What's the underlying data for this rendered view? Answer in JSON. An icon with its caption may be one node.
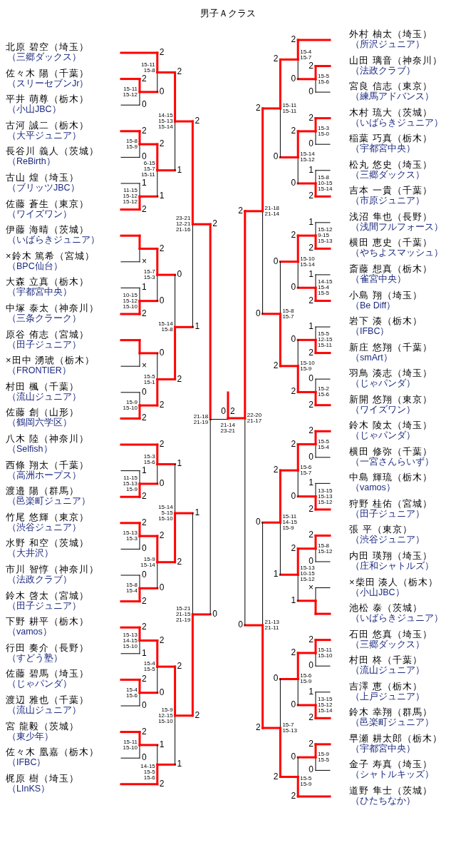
{
  "diagram": {
    "title": "男子Ａクラス",
    "nodes": [
      {
        "text": [
          "北原 碧空（埼玉）",
          "（三郷ダックス）"
        ]
      },
      {
        "text": [
          "佐々木 陽（千葉）",
          "（スリーセブンJr）"
        ]
      },
      {
        "text": [
          "平井 萌尊（栃木）",
          "（小山JBC）"
        ]
      },
      {
        "text": [
          "古河 誠二（栃木）",
          "（大平ジュニア）"
        ]
      },
      {
        "text": [
          "長谷川 義人（茨城）",
          "（ReBirth）"
        ]
      },
      {
        "text": [
          "古山 煌（埼玉）",
          "（ブリッツJBC）"
        ]
      },
      {
        "text": [
          "佐藤 蒼生（東京）",
          "（ワイズワン）"
        ]
      },
      {
        "text": [
          "伊藤 海晴（茨城）",
          "（いばらきジュニア）"
        ]
      },
      {
        "text": [
          "×鈴木 篤希（宮城）",
          "（BPC仙台）"
        ]
      },
      {
        "text": [
          "大森 立真（栃木）",
          "（宇都宮中央）"
        ]
      },
      {
        "text": [
          "中塚 泰太（神奈川）",
          "（三条クラーク）"
        ]
      },
      {
        "text": [
          "原谷 侑志（宮城）",
          "（田子ジュニア）"
        ]
      },
      {
        "text": [
          "×田中 湧琥（栃木）",
          "（FRONTIER）"
        ]
      },
      {
        "text": [
          "村田 楓（千葉）",
          "（流山ジュニア）"
        ]
      },
      {
        "text": [
          "佐藤 創（山形）",
          "（鶴岡六学区）"
        ]
      },
      {
        "text": [
          "八木 陸（神奈川）",
          "（Selfish）"
        ]
      },
      {
        "text": [
          "西條 翔太（千葉）",
          "（高洲ホープス）"
        ]
      },
      {
        "text": [
          "渡邉 陽（群馬）",
          "（邑楽町ジュニア）"
        ]
      },
      {
        "text": [
          "竹尾 悠輝（東京）",
          "（渋谷ジュニア）"
        ]
      },
      {
        "text": [
          "水野 和空（茨城）",
          "（大井沢）"
        ]
      },
      {
        "text": [
          "市川 智惇（神奈川）",
          "（法政クラブ）"
        ]
      },
      {
        "text": [
          "鈴木 啓太（宮城）",
          "（田子ジュニア）"
        ]
      },
      {
        "text": [
          "下野 耕平（栃木）",
          "（vamos）"
        ]
      },
      {
        "text": [
          "行田 奏介（長野）",
          "（すどう塾）"
        ]
      },
      {
        "text": [
          "佐藤 碧馬（埼玉）",
          "（じゃパンダ）"
        ]
      },
      {
        "text": [
          "渡辺 雅也（千葉）",
          "（流山ジュニア）"
        ]
      },
      {
        "text": [
          "宮 龍毅（茨城）",
          "（東少年）"
        ]
      },
      {
        "text": [
          "佐々木 凰嘉（栃木）",
          "（IFBC）"
        ]
      },
      {
        "text": [
          "梶原 樹（埼玉）",
          "（LInKS）"
        ]
      },
      {
        "text": [
          "外村 柚太（埼玉）",
          "（所沢ジュニア）"
        ]
      },
      {
        "text": [
          "山田 璃音（神奈川）",
          "（法政クラブ）"
        ]
      },
      {
        "text": [
          "宮良 信志（東京）",
          "（練馬アドバンス）"
        ]
      },
      {
        "text": [
          "木村 琉大（茨城）",
          "（いばらきジュニア）"
        ]
      },
      {
        "text": [
          "稲葉 巧真（栃木）",
          "（宇都宮中央）"
        ]
      },
      {
        "text": [
          "松丸 悠史（埼玉）",
          "（三郷ダックス）"
        ]
      },
      {
        "text": [
          "吉本 一貴（千葉）",
          "（市原ジュニア）"
        ]
      },
      {
        "text": [
          "浅沼 隼也（長野）",
          "（浅間フルフォース）"
        ]
      },
      {
        "text": [
          "横田 恵史（千葉）",
          "（やちよスマッシュ）"
        ]
      },
      {
        "text": [
          "斎藤 想真（栃木）",
          "（雀宮中央）"
        ]
      },
      {
        "text": [
          "小島 翔（埼玉）",
          "（Be Diff）"
        ]
      },
      {
        "text": [
          "岩下 湊（栃木）",
          "（IFBC）"
        ]
      },
      {
        "text": [
          "新庄 悠翔（千葉）",
          "（smArt）"
        ]
      },
      {
        "text": [
          "羽鳥 湊志（埼玉）",
          "（じゃパンダ）"
        ]
      },
      {
        "text": [
          "新開 悠翔（東京）",
          "（ワイズワン）"
        ]
      },
      {
        "text": [
          "鈴木 陵太（埼玉）",
          "（じゃパンダ）"
        ]
      },
      {
        "text": [
          "横田 修弥（千葉）",
          "（一宮さんらいず）"
        ]
      },
      {
        "text": [
          "中島 輝琉（栃木）",
          "（vamos）"
        ]
      },
      {
        "text": [
          "狩野 桂佑（宮城）",
          "（田子ジュニア）"
        ]
      },
      {
        "text": [
          "張 平（東京）",
          "（渋谷ジュニア）"
        ]
      },
      {
        "text": [
          "内田 瑛翔（埼玉）",
          "（庄和シャトルズ）"
        ]
      },
      {
        "text": [
          "×柴田 湊人（栃木）",
          "（小山JBC）"
        ]
      },
      {
        "text": [
          "池松 泰（茨城）",
          "（いばらきジュニア）"
        ]
      },
      {
        "text": [
          "石田 悠真（埼玉）",
          "（三郷ダックス）"
        ]
      },
      {
        "text": [
          "村田 柊（千葉）",
          "（流山ジュニア）"
        ]
      },
      {
        "text": [
          "吉澤 恵（栃木）",
          "（上戸ジュニア）"
        ]
      },
      {
        "text": [
          "鈴木 幸翔（群馬）",
          "（邑楽町ジュニア）"
        ]
      },
      {
        "text": [
          "早瀬 耕太郎（栃木）",
          "（宇都宮中央）"
        ]
      },
      {
        "text": [
          "金子 寿真（埼玉）",
          "（シャトルキッズ）"
        ]
      },
      {
        "text": [
          "道野 隼士（茨城）",
          "（ひたちなか）"
        ]
      }
    ],
    "labels": [
      "2",
      "0",
      "15-11 15-12",
      "2",
      "0",
      "15-11 15-8",
      "2",
      "0",
      "15-8 15-9",
      "1",
      "2",
      "11-15 15-12 15-12",
      "2",
      "1",
      "6-15 15-7 15-11",
      "2",
      "1",
      "14-15 15-13 15-14",
      "×",
      "1",
      "2",
      "10-15 15-12 15-10",
      "2",
      "0",
      "15-7 15-3",
      "×",
      "0",
      "2",
      "15-9 15-10",
      "0",
      "2",
      "15-5 15-1",
      "0",
      "2",
      "15-14 15-8",
      "2",
      "1",
      "23-21 12-21 21-16",
      "1",
      "2",
      "11-15 15-13 15-9",
      "2",
      "0",
      "15-3 15-6",
      "2",
      "0",
      "15-13 15-3",
      "0",
      "2",
      "15-8 15-4",
      "2",
      "0",
      "15-9 15-14",
      "1",
      "2",
      "15-14 5-15 15-10",
      "2",
      "1",
      "15-13 14-15 15-10",
      "2",
      "0",
      "15-4 15-6",
      "2",
      "0",
      "15-4 15-5",
      "2",
      "0",
      "15-11 15-10",
      "1",
      "2",
      "14-15 15-5 15-6",
      "2",
      "1",
      "15-9 12-15 15-10",
      "1",
      "2",
      "15-21 21-15 21-19",
      "2",
      "0",
      "21-18 21-19",
      "2",
      "0",
      "15-5 15-6",
      "2",
      "0",
      "15-4 15-7",
      "2",
      "0",
      "15-3 15-0",
      "1",
      "2",
      "15-8 10-15 15-14",
      "2",
      "0",
      "15-14 15-12",
      "2",
      "0",
      "15-11 15-11",
      "1",
      "2",
      "15-12 9-15 15-13",
      "1",
      "2",
      "14-15 15-4 15-5",
      "2",
      "0",
      "15-10 15-14",
      "1",
      "2",
      "15-5 12-15 15-11",
      "0",
      "2",
      "15-2 15-6",
      "0",
      "2",
      "15-10 15-9",
      "0",
      "2",
      "15-8 15-7",
      "2",
      "0",
      "21-18 21-14",
      "2",
      "0",
      "15-5 15-4",
      "1",
      "2",
      "13-15 15-13 15-12",
      "2",
      "0",
      "15-6 15-7",
      "2",
      "0",
      "15-8 15-12",
      "×",
      "2",
      "1",
      "15-13 10-15 15-12",
      "2",
      "1",
      "15-11 14-15 15-9",
      "2",
      "0",
      "15-11 15-10",
      "1",
      "2",
      "13-15 15-12 15-14",
      "2",
      "0",
      "15-6 15-9",
      "2",
      "0",
      "15-9 15-5",
      "0",
      "2",
      "15-5 15-9",
      "0",
      "2",
      "15-7 15-13",
      "0",
      "2",
      "21-13 21-11",
      "2",
      "0",
      "22-20 21-17",
      "0",
      "2",
      "21-14 23-21"
    ]
  }
}
